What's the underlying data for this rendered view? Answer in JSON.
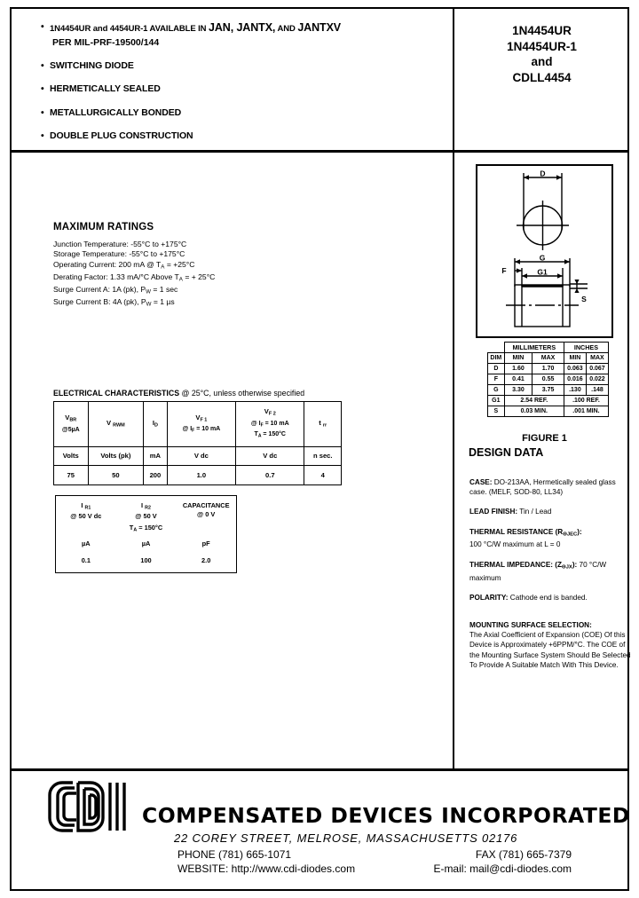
{
  "header": {
    "bullets": [
      {
        "pre": "1N4454UR and 4454UR-1 AVAILABLE IN ",
        "big": "JAN, JANTX,",
        "mid": " AND ",
        "big2": "JANTXV"
      },
      {
        "text": "SWITCHING DIODE"
      },
      {
        "text": "HERMETICALLY SEALED"
      },
      {
        "text": "METALLURGICALLY BONDED"
      },
      {
        "text": "DOUBLE PLUG CONSTRUCTION"
      }
    ],
    "bullet_sub": "PER MIL-PRF-19500/144",
    "title_lines": [
      "1N4454UR",
      "1N4454UR-1",
      "and",
      "CDLL4454"
    ]
  },
  "max_ratings": {
    "heading": "MAXIMUM RATINGS",
    "items": [
      "Junction Temperature: -55°C to +175°C",
      "Storage Temperature: -55°C to +175°C",
      "Operating Current: 200 mA @ TA = +25°C",
      "Derating Factor: 1.33 mA/°C Above TA = + 25°C",
      "Surge Current A: 1A (pk), PW = 1 sec",
      "Surge Current B: 4A (pk), PW = 1 µs"
    ]
  },
  "electrical": {
    "title_bold": "ELECTRICAL CHARACTERISTICS",
    "title_rest": " @ 25°C, unless otherwise specified",
    "columns": [
      {
        "sym": "VBR",
        "sub": "@5µA",
        "unit": "Volts",
        "value": "75"
      },
      {
        "sym": "VRWM",
        "sub": "",
        "unit": "Volts (pk)",
        "value": "50"
      },
      {
        "sym": "ID",
        "sub": "",
        "unit": "mA",
        "value": "200"
      },
      {
        "sym": "VF1",
        "sub": "@ IF = 10 mA",
        "unit": "V dc",
        "value": "1.0"
      },
      {
        "sym": "VF2",
        "sub": "@ IF = 10 mA|TA = 150°C",
        "unit": "V dc",
        "value": "0.7"
      },
      {
        "sym": "trr",
        "sub": "",
        "unit": "n sec.",
        "value": "4"
      }
    ]
  },
  "leakage": {
    "headers": [
      {
        "sym": "IR1",
        "cond": "@ 50 V dc"
      },
      {
        "sym": "IR2",
        "cond": "@ 50 V"
      },
      {
        "sym": "CAPACITANCE",
        "cond": "@ 0 V"
      }
    ],
    "mid_condition": "TA = 150°C",
    "units": [
      "µA",
      "µA",
      "pF"
    ],
    "values": [
      "0.1",
      "100",
      "2.0"
    ]
  },
  "figure": {
    "caption": "FIGURE 1",
    "labels": {
      "d": "D",
      "f": "F",
      "g": "G",
      "g1": "G1",
      "s": "S"
    },
    "dim_table": {
      "group_headers": [
        "MILLIMETERS",
        "INCHES"
      ],
      "columns": [
        "DIM",
        "MIN",
        "MAX",
        "MIN",
        "MAX"
      ],
      "rows": [
        {
          "dim": "D",
          "mm_min": "1.60",
          "mm_max": "1.70",
          "in_min": "0.063",
          "in_max": "0.067"
        },
        {
          "dim": "F",
          "mm_min": "0.41",
          "mm_max": "0.55",
          "in_min": "0.016",
          "in_max": "0.022"
        },
        {
          "dim": "G",
          "mm_min": "3.30",
          "mm_max": "3.75",
          "in_min": ".130",
          "in_max": ".148"
        },
        {
          "dim": "G1",
          "span_mm": "2.54 REF.",
          "span_in": ".100 REF."
        },
        {
          "dim": "S",
          "span_mm": "0.03 MIN.",
          "span_in": ".001 MIN."
        }
      ]
    }
  },
  "design_data": {
    "title": "DESIGN DATA",
    "case_label": "CASE:",
    "case_text": "  DO-213AA, Hermetically sealed glass case. (MELF, SOD-80, LL34)",
    "lead_label": "LEAD FINISH:",
    "lead_text": " Tin / Lead",
    "thermal_res_label": "THERMAL RESISTANCE (R",
    "thermal_res_sub": "ΘJEC",
    "thermal_res_label_end": "):",
    "thermal_res_text": "100 °C/W maximum at L = 0",
    "thermal_imp_label": "THERMAL IMPEDANCE: (Z",
    "thermal_imp_sub": "ΘJX",
    "thermal_imp_label_end": "):",
    "thermal_imp_text": "  70 °C/W maximum",
    "polarity_label": "POLARITY:",
    "polarity_text": " Cathode end is banded.",
    "mounting_label": "MOUNTING SURFACE SELECTION:",
    "mounting_text": "The Axial Coefficient of Expansion (COE) Of this Device is Approximately +6PPM/°C. The COE of the Mounting Surface System Should Be Selected To Provide A Suitable Match With This Device."
  },
  "footer": {
    "logo_text": "CDI",
    "company": "COMPENSATED DEVICES INCORPORATED",
    "address": "22 COREY STREET, MELROSE, MASSACHUSETTS 02176",
    "phone": "PHONE (781) 665-1071",
    "fax": "FAX (781) 665-7379",
    "website": "WEBSITE:  http://www.cdi-diodes.com",
    "email": "E-mail: mail@cdi-diodes.com"
  }
}
